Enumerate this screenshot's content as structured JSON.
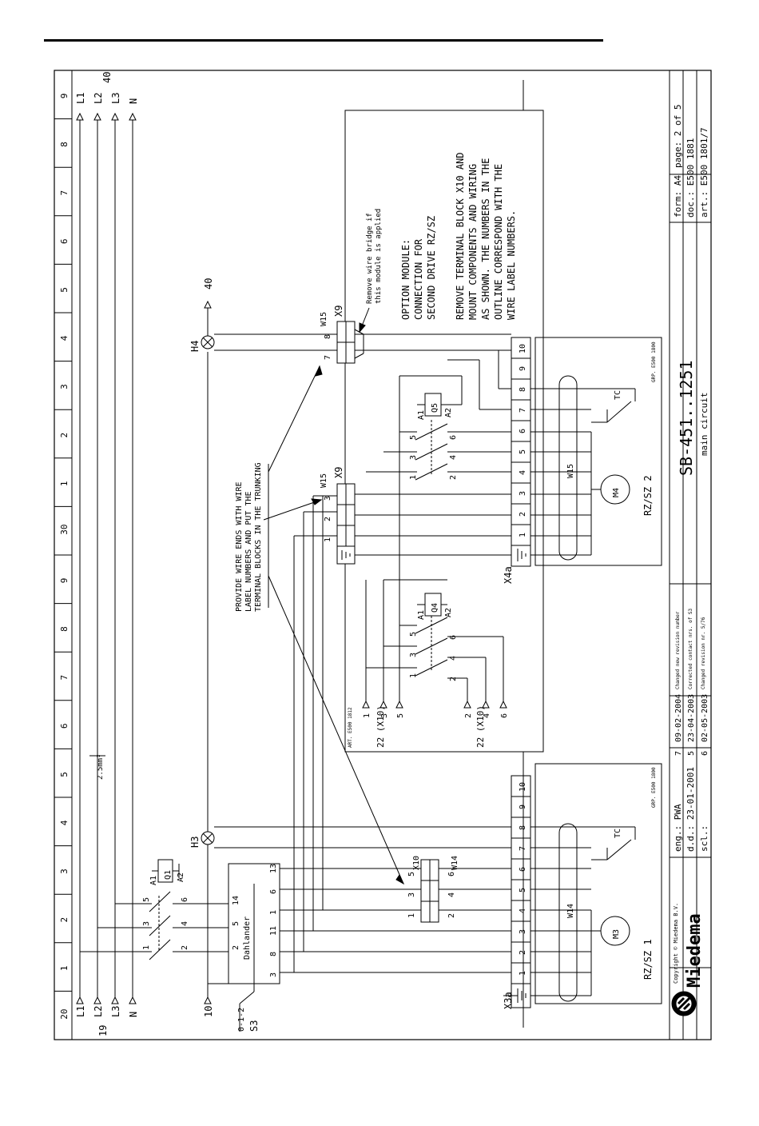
{
  "grid": {
    "left": [
      "9",
      "8",
      "7",
      "6",
      "5",
      "4",
      "3",
      "2",
      "1",
      "30",
      "9",
      "8",
      "7",
      "6",
      "5",
      "4",
      "3",
      "2",
      "1",
      "20"
    ]
  },
  "bus": {
    "phases": [
      "L1",
      "L2",
      "L3",
      "N"
    ],
    "wire_size": "2.5mm²",
    "ref_top": "40",
    "ref_bottom": "19",
    "out_40": "40",
    "in_10": "10"
  },
  "lamps": {
    "h3": "H3",
    "h4": "H4"
  },
  "contactors": {
    "q1": {
      "name": "Q1",
      "a1": "A1",
      "a2": "A2",
      "pins_top": [
        "1",
        "3",
        "5"
      ],
      "pins_bottom": [
        "2",
        "4",
        "6"
      ]
    },
    "q4": {
      "name": "Q4",
      "a1": "A1",
      "a2": "A2",
      "pins_top": [
        "1",
        "3",
        "5"
      ],
      "pins_bottom": [
        "2",
        "4",
        "6"
      ]
    },
    "q5": {
      "name": "Q5",
      "a1": "A1",
      "a2": "A2",
      "pins_top": [
        "1",
        "3",
        "5"
      ],
      "pins_bottom": [
        "2",
        "4",
        "6"
      ]
    }
  },
  "switch_s3": {
    "label": "S3",
    "positions": "0-1-2",
    "dahlander": "Dahlander",
    "pins_a": [
      "14",
      "6",
      "1",
      "11",
      "8",
      "3"
    ],
    "pins_b": [
      "13",
      "5",
      "2"
    ]
  },
  "terminals": {
    "x10": {
      "name": "X10",
      "wire": "W14",
      "pins_a": [
        "1",
        "3",
        "5"
      ],
      "pins_b": [
        "2",
        "4",
        "6"
      ]
    },
    "x9a": {
      "name": "X9",
      "wire": "W15",
      "pins": [
        "1",
        "2",
        "3"
      ]
    },
    "x9b": {
      "name": "X9",
      "wire": "W15",
      "pins": [
        "7",
        "8"
      ]
    },
    "x3a": {
      "name": "X3a",
      "pins": [
        "1",
        "2",
        "3",
        "4",
        "5",
        "6",
        "7",
        "8",
        "9",
        "10"
      ]
    },
    "x4a": {
      "name": "X4a",
      "pins": [
        "1",
        "2",
        "3",
        "4",
        "5",
        "6",
        "7",
        "8",
        "9",
        "10"
      ]
    }
  },
  "motors": {
    "m3": {
      "name": "M3",
      "group": "RZ/SZ 1",
      "cable": "W14",
      "tc": "TC",
      "grp": "GRP. E500 1800"
    },
    "m4": {
      "name": "M4",
      "group": "RZ/SZ 2",
      "cable": "W15",
      "tc": "TC",
      "grp": "GRP. E500 1800"
    }
  },
  "option_refs": {
    "art": "ART. E500 1812",
    "left_pins": [
      "1",
      "3",
      "5"
    ],
    "right_pins": [
      "2",
      "4",
      "6"
    ],
    "left_label": "22 (X10)",
    "right_label": "22 (X10)"
  },
  "notes": {
    "trunking": [
      "PROVIDE WIRE ENDS WITH WIRE",
      "LABEL NUMBERS AND PUT THE",
      "TERMINAL BLOCKS IN THE TRUNKING"
    ],
    "bridge": [
      "Remove wire bridge if",
      "this module is applied"
    ],
    "option": [
      "OPTION MODULE:",
      "CONNECTION FOR",
      "SECOND DRIVE RZ/SZ"
    ],
    "remove": [
      "REMOVE TERMINAL BLOCK X10 AND",
      "MOUNT COMPONENTS AND WIRING",
      "AS SHOWN. THE NUMBERS IN THE",
      "OUTLINE CORRESPOND WITH THE",
      "WIRE LABEL NUMBERS."
    ]
  },
  "title_block": {
    "company": "Miedema",
    "copyright": "Copyright ©  Miedema B.V.",
    "eng": "eng.: PWA",
    "dd": "d.d.: 23-01-2001",
    "scl": "scl.:",
    "drawing": "SB-451..1251",
    "circuit": "main circuit",
    "form": "form: A4",
    "page": "page: 2 of 5",
    "doc": "doc.: E500 1881",
    "art": "art.: E500 1801/7",
    "revisions": [
      {
        "no": "7",
        "date": "09-02-2004",
        "desc": "Changed new revision number"
      },
      {
        "no": "5",
        "date": "23-04-2003",
        "desc": "Corrected contact nrs. of S3"
      },
      {
        "no": "6",
        "date": "02-05-2003",
        "desc": "Changed revision nr. 5/76"
      }
    ]
  }
}
